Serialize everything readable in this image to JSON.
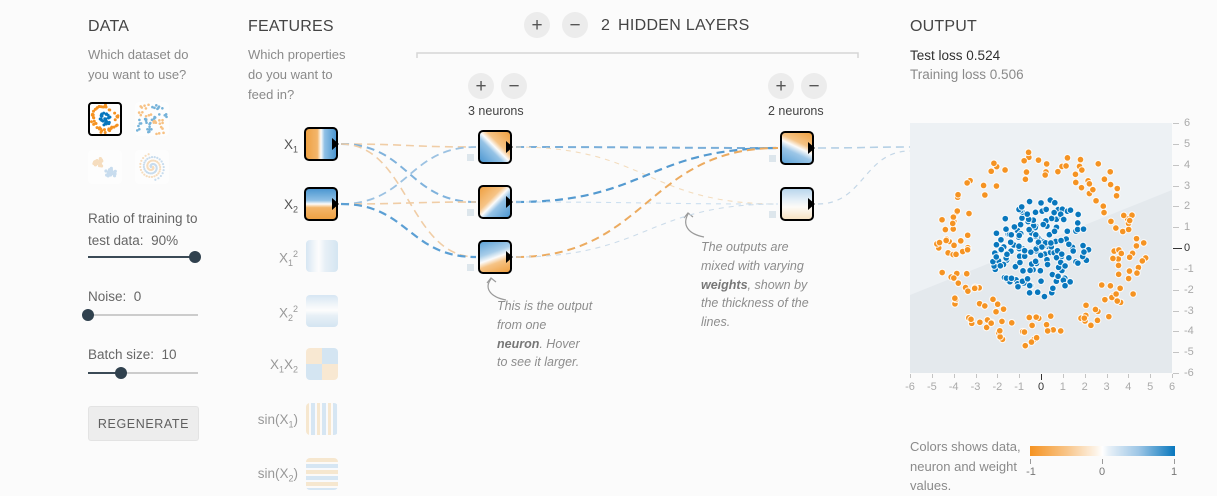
{
  "data_panel": {
    "title": "DATA",
    "question": "Which dataset do you want to use?",
    "datasets": [
      {
        "name": "circle",
        "selected": true
      },
      {
        "name": "exclusive-or",
        "selected": false
      },
      {
        "name": "gaussian",
        "selected": false
      },
      {
        "name": "spiral",
        "selected": false
      }
    ],
    "sliders": [
      {
        "id": "ratio",
        "label": "Ratio of training to test data:",
        "value": "90%",
        "percent": 97
      },
      {
        "id": "noise",
        "label": "Noise:",
        "value": "0",
        "percent": 0
      },
      {
        "id": "batch",
        "label": "Batch size:",
        "value": "10",
        "percent": 30
      }
    ],
    "regenerate_label": "REGENERATE"
  },
  "features_panel": {
    "title": "FEATURES",
    "question": "Which properties do you want to feed in?",
    "features": [
      {
        "id": "x1",
        "label": "X_1",
        "selected": true
      },
      {
        "id": "x2",
        "label": "X_2",
        "selected": true
      },
      {
        "id": "x1sq",
        "label": "X_1^2",
        "selected": false
      },
      {
        "id": "x2sq",
        "label": "X_2^2",
        "selected": false
      },
      {
        "id": "x1x2",
        "label": "X_1X_2",
        "selected": false
      },
      {
        "id": "sinx1",
        "label": "sin(X_1)",
        "selected": false
      },
      {
        "id": "sinx2",
        "label": "sin(X_2)",
        "selected": false
      }
    ]
  },
  "network": {
    "plus_label": "+",
    "minus_label": "−",
    "hidden_layers_count": "2",
    "hidden_layers_label": "HIDDEN LAYERS",
    "layers": [
      {
        "neurons_label": "3 neurons",
        "neuron_count": 3
      },
      {
        "neurons_label": "2 neurons",
        "neuron_count": 2
      }
    ],
    "annotations": [
      {
        "segments": [
          {
            "t": "This is the output from one "
          },
          {
            "b": "neuron"
          },
          {
            "t": ". Hover to see it larger."
          }
        ]
      },
      {
        "segments": [
          {
            "t": "The outputs are mixed with varying "
          },
          {
            "b": "weights"
          },
          {
            "t": ", shown by the thickness of the lines."
          }
        ]
      }
    ]
  },
  "output_panel": {
    "title": "OUTPUT",
    "test_loss_label": "Test loss",
    "test_loss_value": "0.524",
    "training_loss_label": "Training loss",
    "training_loss_value": "0.506",
    "legend_text": "Colors shows data, neuron and weight values.",
    "legend_ticks": [
      "-1",
      "0",
      "1"
    ],
    "colors": {
      "orange": "#f59322",
      "blue": "#0877bd"
    },
    "plot": {
      "type": "scatter",
      "xlim": [
        -6,
        6
      ],
      "ylim": [
        -6,
        6
      ],
      "x_ticks": [
        "-6",
        "-5",
        "-4",
        "-3",
        "-2",
        "-1",
        "0",
        "1",
        "2",
        "3",
        "4",
        "5",
        "6"
      ],
      "y_ticks": [
        "6",
        "5",
        "4",
        "3",
        "2",
        "1",
        "0",
        "-1",
        "-2",
        "-3",
        "-4",
        "-5",
        "-6"
      ],
      "series": [
        {
          "name": "blue-center-cluster",
          "color": "#0877bd",
          "count": 165,
          "distribution": "disc",
          "radius_range": [
            0,
            2.35
          ]
        },
        {
          "name": "orange-ring",
          "color": "#f59322",
          "count": 165,
          "distribution": "ring",
          "radius_range": [
            3.3,
            4.85
          ]
        }
      ]
    }
  }
}
